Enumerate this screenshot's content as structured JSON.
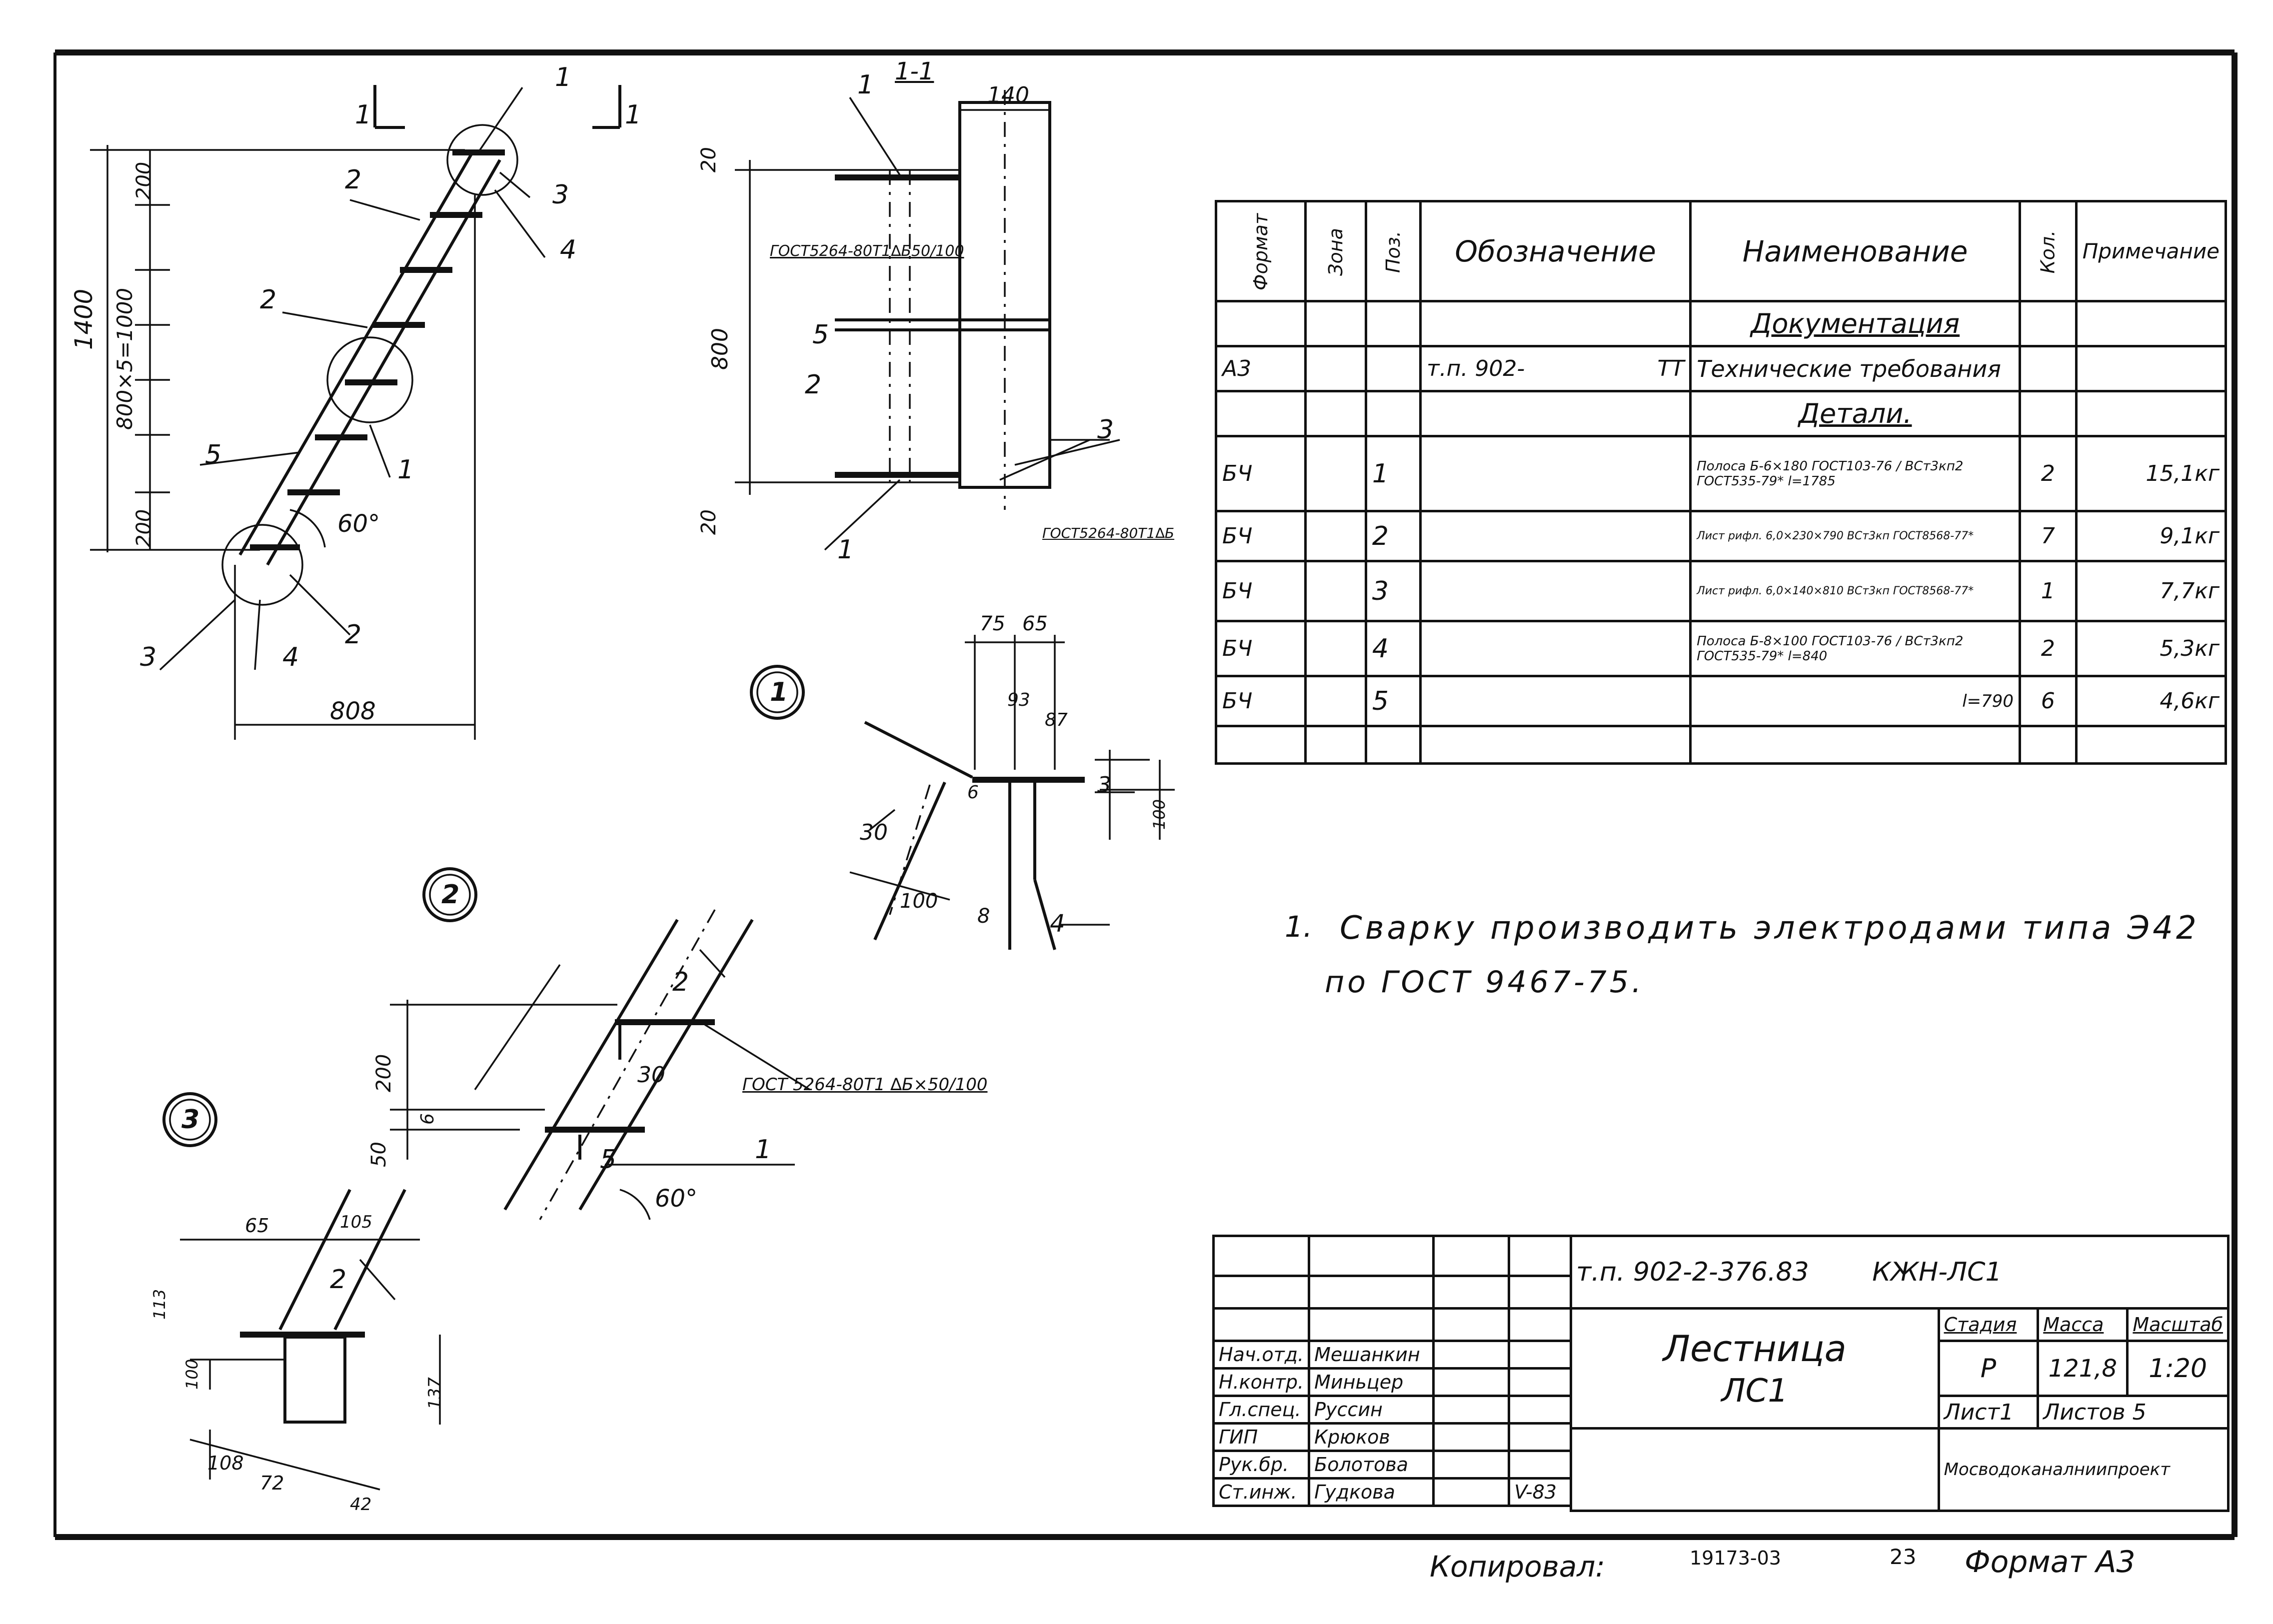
{
  "section_mark": "1-1",
  "section_cut_labels": [
    "1",
    "1"
  ],
  "main_view": {
    "dims": [
      "1400",
      "800×5=1000",
      "200",
      "200",
      "808",
      "60°"
    ],
    "positions": [
      "1",
      "2",
      "2",
      "5",
      "1",
      "3",
      "4",
      "3",
      "4",
      "2"
    ]
  },
  "section_view": {
    "dims": [
      "140",
      "20",
      "800",
      "20"
    ],
    "weld_note": "ГОСТ5264-80Т1∆Б50/100",
    "weld_note_2": "ГОСТ5264-80Т1∆Б",
    "positions": [
      "1",
      "5",
      "2",
      "1",
      "3"
    ]
  },
  "detail_1": {
    "label": "1",
    "dims": [
      "75",
      "65",
      "93",
      "87",
      "100",
      "30",
      "100",
      "8",
      "6"
    ],
    "positions": [
      "3",
      "4"
    ]
  },
  "detail_2": {
    "label": "2",
    "dims": [
      "200",
      "50",
      "6",
      "30",
      "60°"
    ],
    "positions": [
      "2",
      "5",
      "1"
    ],
    "weld_note": "ГОСТ 5264-80Т1 ∆Б×50/100"
  },
  "detail_3": {
    "label": "3",
    "dims": [
      "65",
      "105",
      "113",
      "100",
      "137",
      "108",
      "72",
      "42"
    ],
    "positions": [
      "2"
    ]
  },
  "spec_table": {
    "headers": [
      "Формат",
      "Зона",
      "Поз.",
      "Обозначение",
      "Наименование",
      "Кол.",
      "Примечание"
    ],
    "rows": [
      {
        "format": "",
        "zone": "",
        "pos": "",
        "designation": "",
        "name": "Документация",
        "qty": "",
        "note": ""
      },
      {
        "format": "A3",
        "zone": "",
        "pos": "",
        "designation": "т.п. 902-",
        "designation_suffix": "ТТ",
        "name": "Технические требования",
        "qty": "",
        "note": ""
      },
      {
        "format": "",
        "zone": "",
        "pos": "",
        "designation": "",
        "name": "Детали.",
        "qty": "",
        "note": ""
      },
      {
        "format": "БЧ",
        "zone": "",
        "pos": "1",
        "designation": "",
        "name": "Полоса Б-6×180 ГОСТ103-76 / ВСт3кп2 ГОСТ535-79*  l=1785",
        "qty": "2",
        "note": "15,1кг"
      },
      {
        "format": "БЧ",
        "zone": "",
        "pos": "2",
        "designation": "",
        "name": "Лист рифл. 6,0×230×790 ВСт3кп ГОСТ8568-77*",
        "qty": "7",
        "note": "9,1кг"
      },
      {
        "format": "БЧ",
        "zone": "",
        "pos": "3",
        "designation": "",
        "name": "Лист рифл. 6,0×140×810 ВСт3кп ГОСТ8568-77*",
        "qty": "1",
        "note": "7,7кг"
      },
      {
        "format": "БЧ",
        "zone": "",
        "pos": "4",
        "designation": "",
        "name": "Полоса Б-8×100 ГОСТ103-76 / ВСт3кп2 ГОСТ535-79*  l=840",
        "qty": "2",
        "note": "5,3кг"
      },
      {
        "format": "БЧ",
        "zone": "",
        "pos": "5",
        "designation": "",
        "name": "l=790",
        "qty": "6",
        "note": "4,6кг"
      }
    ]
  },
  "note": {
    "number": "1.",
    "line1": "Сварку производить электродами типа Э42",
    "line2": "по ГОСТ 9467-75."
  },
  "title_block": {
    "project_code": "т.п. 902-2-376.83",
    "drawing_code": "КЖН-ЛС1",
    "title": "Лестница",
    "subtitle": "ЛС1",
    "stage_label": "Стадия",
    "mass_label": "Масса",
    "scale_label": "Масштаб",
    "stage": "Р",
    "mass": "121,8",
    "scale": "1:20",
    "sheet": "Лист1",
    "sheets": "Листов 5",
    "organization": "Мосводоканалниипроект",
    "signatures": [
      {
        "role": "Нач.отд.",
        "name": "Мешанкин"
      },
      {
        "role": "Н.контр.",
        "name": "Миньцер"
      },
      {
        "role": "Гл.спец.",
        "name": "Руссин"
      },
      {
        "role": "ГИП",
        "name": "Крюков"
      },
      {
        "role": "Рук.бр.",
        "name": "Болотова"
      },
      {
        "role": "Ст.инж.",
        "name": "Гудкова"
      }
    ],
    "date": "V-83"
  },
  "footer": {
    "copied_by": "Копировал:",
    "number": "19173-03",
    "page": "23",
    "format": "Формат А3"
  }
}
